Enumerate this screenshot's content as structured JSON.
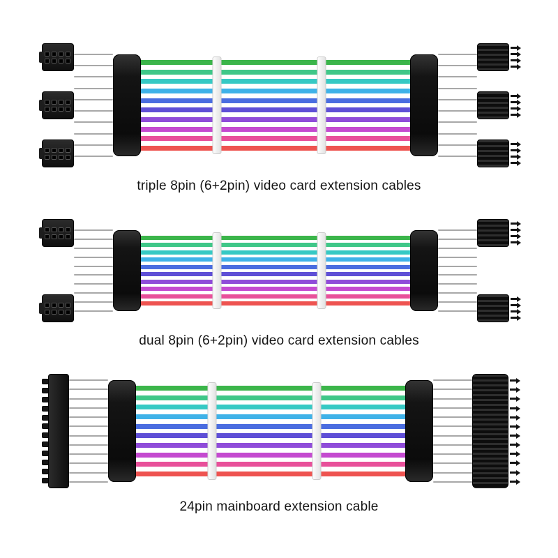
{
  "background": "#ffffff",
  "sleeve": {
    "stripe_colors": [
      "#3bb54a",
      "#3fc788",
      "#36c9c4",
      "#3fb2e8",
      "#4a6de0",
      "#5f4fd6",
      "#8f4cd9",
      "#c44ad0",
      "#e8509a",
      "#ee5350"
    ],
    "clip_positions": [
      0.29,
      0.665
    ],
    "clip_color": "#f2f2f2",
    "wire_color": "#a8a8a8",
    "connector_color": "#141414"
  },
  "cables": [
    {
      "id": "triple-8pin",
      "caption": "triple 8pin (6+2pin) video card extension cables",
      "plug_type": "8pin",
      "left_plugs": 3,
      "right_plugs": 3,
      "pins_per_plug": 8,
      "male_pins_shown": 4,
      "sleeve_height": 130,
      "wire_count": 10
    },
    {
      "id": "dual-8pin",
      "caption": "dual 8pin (6+2pin) video card extension cables",
      "plug_type": "8pin",
      "left_plugs": 2,
      "right_plugs": 2,
      "pins_per_plug": 8,
      "male_pins_shown": 4,
      "sleeve_height": 100,
      "wire_count": 10
    },
    {
      "id": "24pin",
      "caption": "24pin mainboard extension cable",
      "plug_type": "24pin",
      "left_plugs": 1,
      "right_plugs": 1,
      "pins_per_plug": 24,
      "male_pins_shown": 12,
      "sleeve_height": 130,
      "wire_count": 12
    }
  ]
}
